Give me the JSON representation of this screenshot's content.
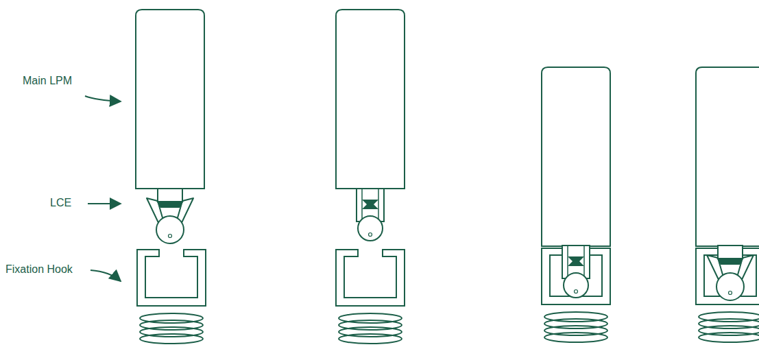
{
  "diagram": {
    "labels": [
      "Main LPM",
      "LCE",
      "Fixation Hook"
    ]
  }
}
